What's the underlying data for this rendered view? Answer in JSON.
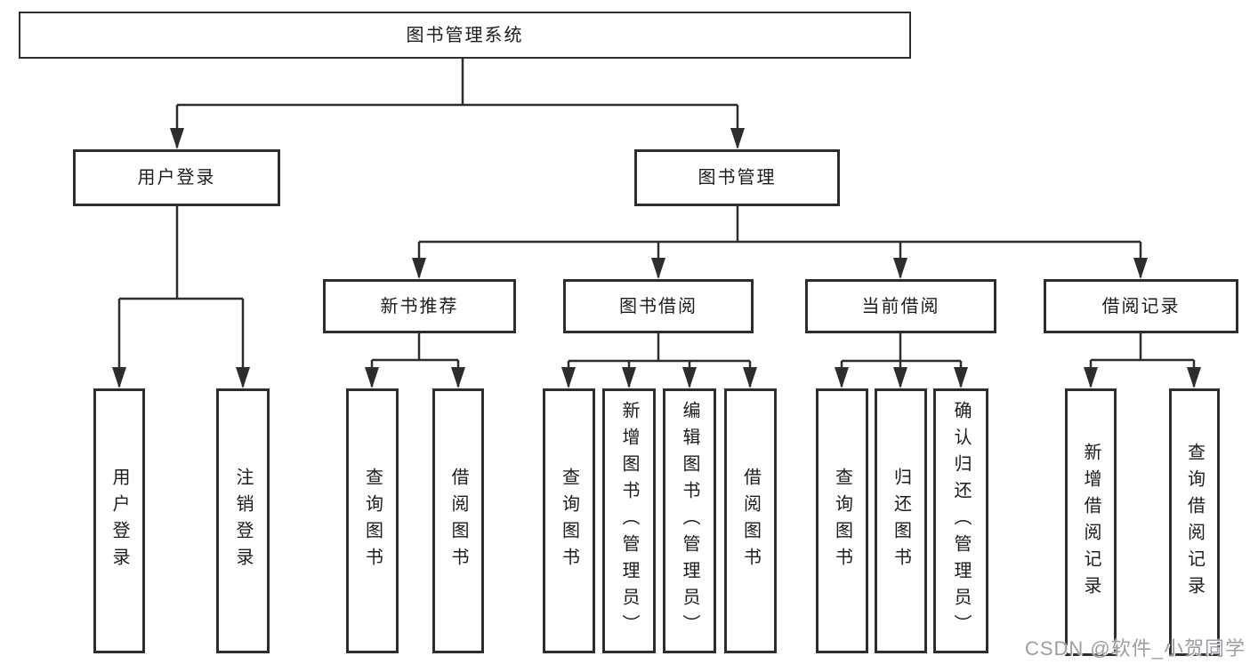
{
  "tree": {
    "root": {
      "label": "图书管理系统"
    },
    "branches": [
      {
        "label": "用户登录",
        "children": [
          {
            "label": "用户登录"
          },
          {
            "label": "注销登录"
          }
        ]
      },
      {
        "label": "图书管理",
        "children": [
          {
            "label": "新书推荐",
            "children": [
              {
                "label": "查询图书"
              },
              {
                "label": "借阅图书"
              }
            ]
          },
          {
            "label": "图书借阅",
            "children": [
              {
                "label": "查询图书"
              },
              {
                "label": "新增图书（管理员）"
              },
              {
                "label": "编辑图书（管理员）"
              },
              {
                "label": "借阅图书"
              }
            ]
          },
          {
            "label": "当前借阅",
            "children": [
              {
                "label": "查询图书"
              },
              {
                "label": "归还图书"
              },
              {
                "label": "确认归还（管理员）"
              }
            ]
          },
          {
            "label": "借阅记录",
            "children": [
              {
                "label": "新增借阅记录"
              },
              {
                "label": "查询借阅记录"
              }
            ]
          }
        ]
      }
    ]
  },
  "watermark": {
    "text": "CSDN @软件_小贺同学"
  },
  "colors": {
    "line": "#2d2d2d",
    "box_border": "#2d2d2d",
    "text": "#1c1c1c",
    "watermark": "#9b9fa3",
    "background": "#ffffff"
  }
}
